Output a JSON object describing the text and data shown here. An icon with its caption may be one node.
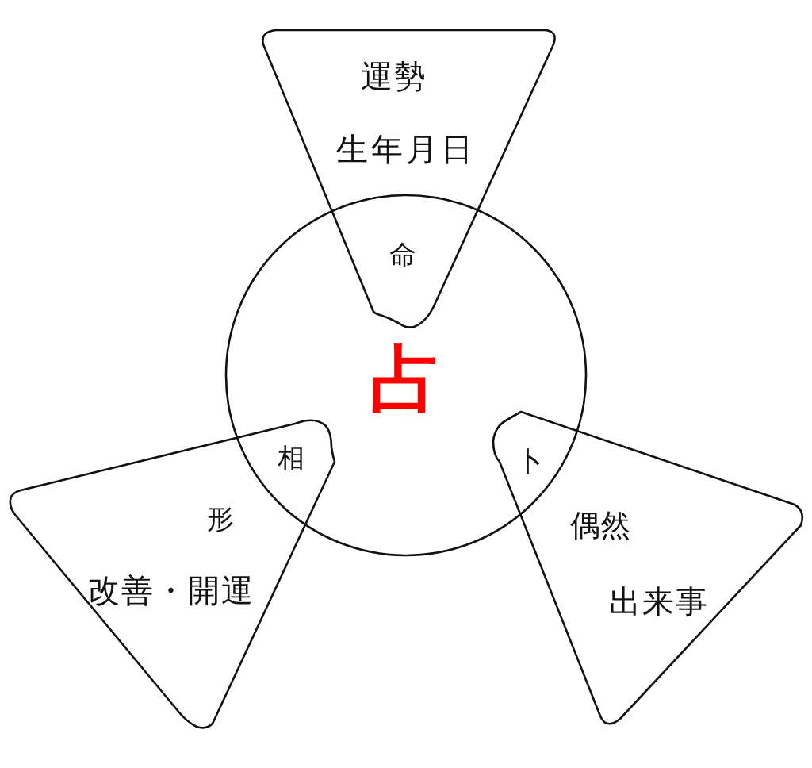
{
  "diagram": {
    "nodes": [
      {
        "text": [
          "運勢",
          "生年月日",
          "命"
        ]
      },
      {
        "text": [
          "占"
        ]
      },
      {
        "text": [
          "相",
          "形",
          "改善・開運"
        ]
      },
      {
        "text": [
          "卜",
          "偶然",
          "出来事"
        ]
      }
    ],
    "edges": []
  }
}
